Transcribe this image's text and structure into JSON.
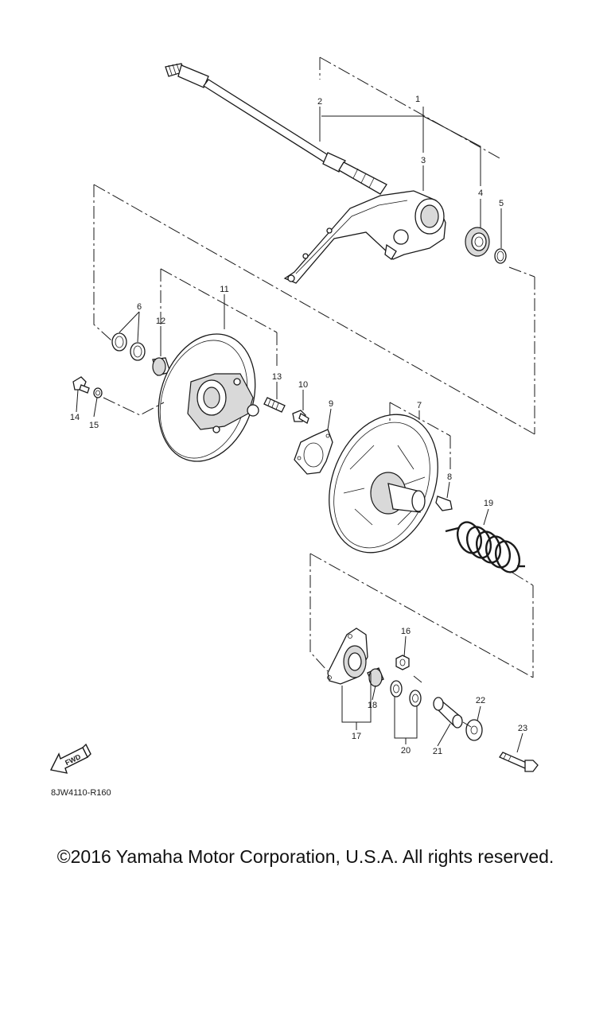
{
  "callouts": [
    "1",
    "2",
    "3",
    "4",
    "5",
    "6",
    "7",
    "8",
    "9",
    "10",
    "11",
    "12",
    "13",
    "14",
    "15",
    "16",
    "17",
    "18",
    "19",
    "20",
    "21",
    "22",
    "23"
  ],
  "fwd_label": "FWD",
  "diagram_code": "8JW4110-R160",
  "copyright": "©2016 Yamaha Motor Corporation, U.S.A. All rights reserved."
}
